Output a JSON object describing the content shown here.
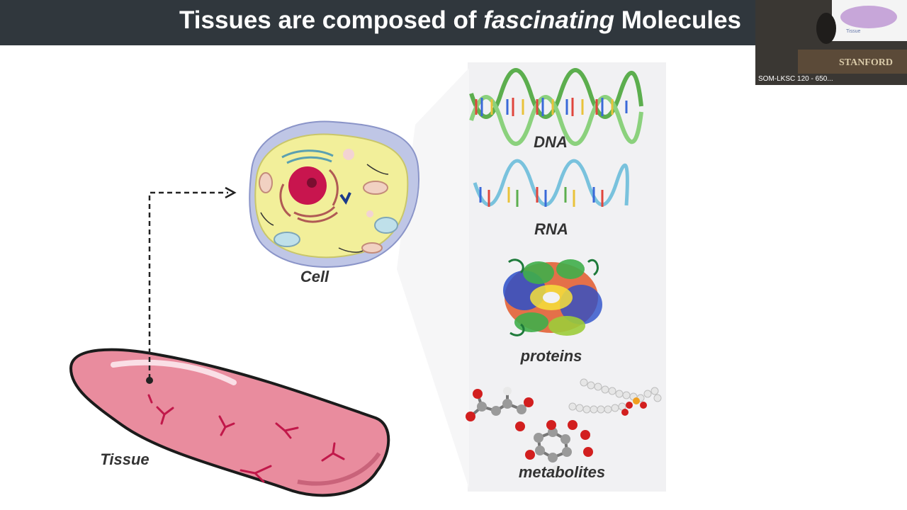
{
  "slide": {
    "title_pre": "Tissues are composed of ",
    "title_em": "fascinating",
    "title_post": " Molecules",
    "labels": {
      "cell": "Cell",
      "tissue": "Tissue",
      "dna": "DNA",
      "rna": "RNA",
      "proteins": "proteins",
      "metabolites": "metabolites"
    }
  },
  "video": {
    "participant_label": "SOM-LKSC 120 - 650...",
    "thumbnail_caption": "Tissue"
  },
  "colors": {
    "title_bar": "#30373d",
    "tissue_fill": "#e98c9e",
    "cell_fill": "#f2ef9a",
    "nucleus": "#c8154e",
    "panel": "#f1f1f3"
  }
}
